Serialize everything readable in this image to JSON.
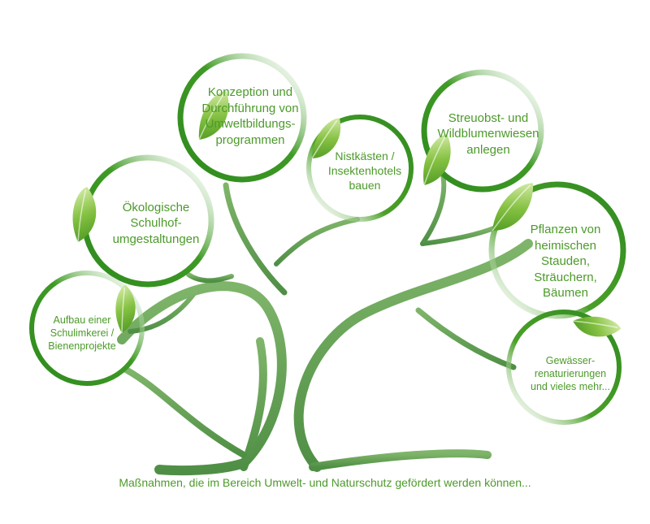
{
  "nodes": [
    {
      "id": "konzeption",
      "text": "Konzeption und\nDurchführung von\nUmweltbildungs-\nprogrammen"
    },
    {
      "id": "nistkaesten",
      "text": "Nistkästen /\nInsektenhotels\nbauen"
    },
    {
      "id": "streuobst",
      "text": "Streuobst- und\nWildblumenwiesen\nanlegen"
    },
    {
      "id": "schulhof",
      "text": "Ökologische\nSchulhof-\numgestaltungen"
    },
    {
      "id": "pflanzen",
      "text": "Pflanzen von\nheimischen\nStauden,\nSträuchern,\nBäumen"
    },
    {
      "id": "schulimkerei",
      "text": "Aufbau einer\nSchulimkerei /\nBienenprojekte"
    },
    {
      "id": "gewaesser",
      "text": "Gewässer-\nrenaturierungen\nund vieles mehr..."
    }
  ],
  "caption": "Maßnahmen, die im Bereich Umwelt- und Naturschutz gefördert werden können...",
  "colors": {
    "text": "#4c9a2a",
    "trunk": "#5b9a4e",
    "ring_dark": "#2f8a1f",
    "ring_light": "#b9dc7a",
    "leaf_dark": "#5aa02c",
    "leaf_light": "#c7e58a"
  }
}
